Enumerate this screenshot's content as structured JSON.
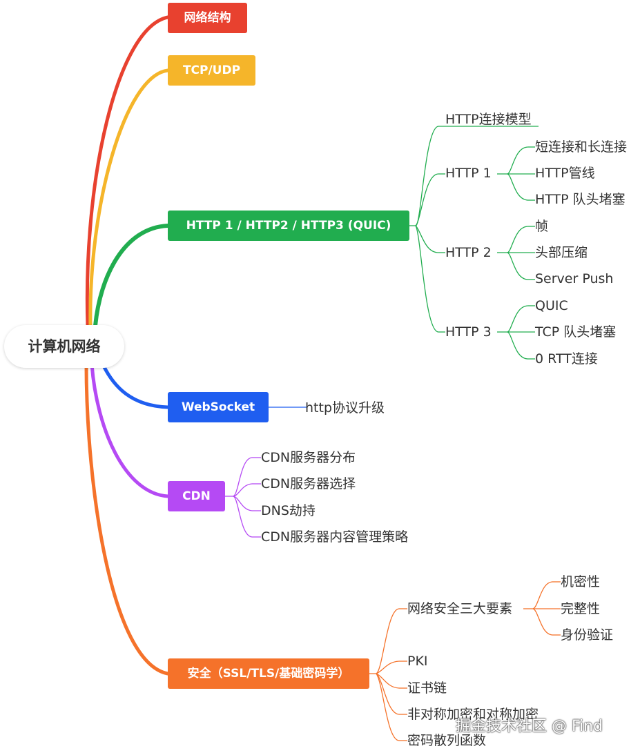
{
  "root": {
    "label": "计算机网络"
  },
  "branches": [
    {
      "label": "网络结构",
      "color": "#e8412f"
    },
    {
      "label": "TCP/UDP",
      "color": "#f5b52a"
    },
    {
      "label": "HTTP 1 / HTTP2 / HTTP3 (QUIC)",
      "color": "#21ad4f",
      "children": [
        {
          "label": "HTTP连接模型"
        },
        {
          "label": "HTTP 1",
          "children": [
            {
              "label": "短连接和长连接"
            },
            {
              "label": "HTTP管线"
            },
            {
              "label": "HTTP 队头堵塞"
            }
          ]
        },
        {
          "label": "HTTP 2",
          "children": [
            {
              "label": "帧"
            },
            {
              "label": "头部压缩"
            },
            {
              "label": "Server Push"
            }
          ]
        },
        {
          "label": "HTTP 3",
          "children": [
            {
              "label": "QUIC"
            },
            {
              "label": "TCP 队头堵塞"
            },
            {
              "label": "0 RTT连接"
            }
          ]
        }
      ]
    },
    {
      "label": "WebSocket",
      "color": "#1f5ef0",
      "children": [
        {
          "label": "http协议升级"
        }
      ]
    },
    {
      "label": "CDN",
      "color": "#b54af4",
      "children": [
        {
          "label": "CDN服务器分布"
        },
        {
          "label": "CDN服务器选择"
        },
        {
          "label": "DNS劫持"
        },
        {
          "label": "CDN服务器内容管理策略"
        }
      ]
    },
    {
      "label": "安全（SSL/TLS/基础密码学）",
      "color": "#f5722a",
      "children": [
        {
          "label": "网络安全三大要素",
          "children": [
            {
              "label": "机密性"
            },
            {
              "label": "完整性"
            },
            {
              "label": "身份验证"
            }
          ]
        },
        {
          "label": "PKI"
        },
        {
          "label": "证书链"
        },
        {
          "label": "非对称加密和对称加密"
        },
        {
          "label": "密码散列函数"
        }
      ]
    }
  ],
  "watermark": "掘金技术社区 @ Find"
}
